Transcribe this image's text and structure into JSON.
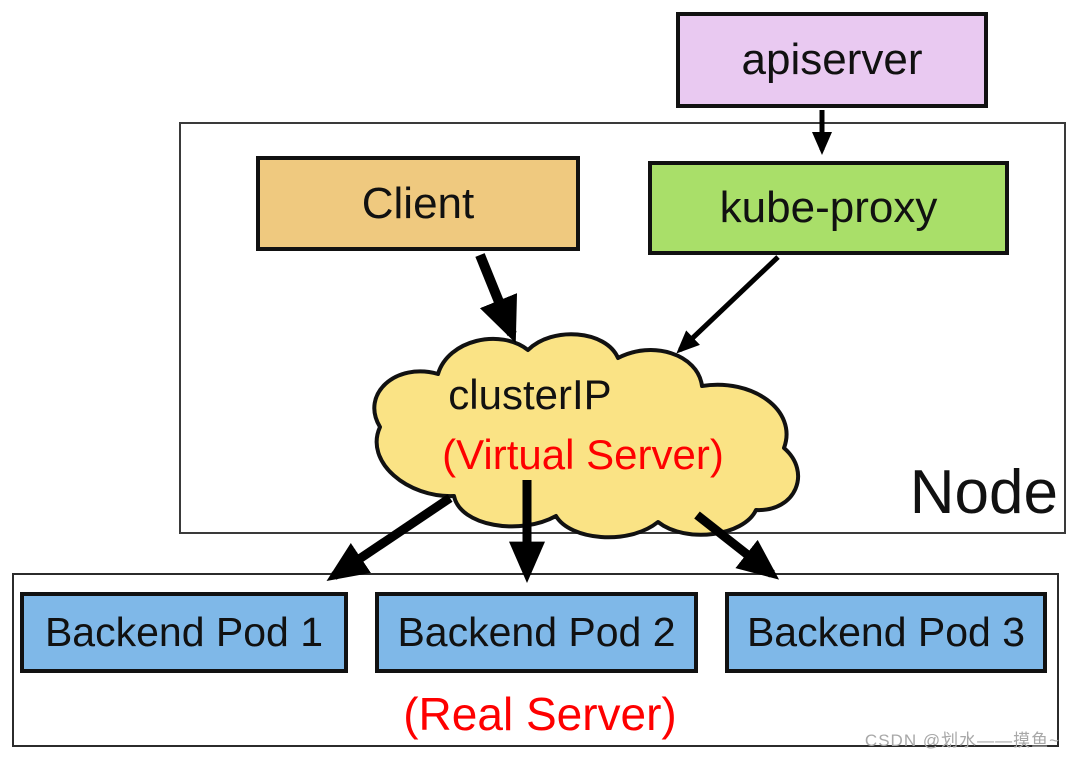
{
  "diagram": {
    "boxes": {
      "apiserver": {
        "label": "apiserver",
        "fill": "#E9C9F1"
      },
      "client": {
        "label": "Client",
        "fill": "#EFC97F"
      },
      "kube_proxy": {
        "label": "kube-proxy",
        "fill": "#A9DF69"
      },
      "cluster_ip_cloud": {
        "title": "clusterIP",
        "subtitle": "(Virtual Server)",
        "fill": "#FAE385",
        "subtitle_color": "#FE0000"
      },
      "pod1": {
        "label": "Backend Pod 1",
        "fill": "#7FB8E8"
      },
      "pod2": {
        "label": "Backend Pod 2",
        "fill": "#7FB8E8"
      },
      "pod3": {
        "label": "Backend Pod 3",
        "fill": "#7FB8E8"
      }
    },
    "containers": {
      "node": {
        "label": "Node"
      },
      "real_server": {
        "label": "(Real Server)",
        "label_color": "#FE0000"
      }
    },
    "edges": [
      {
        "from": "apiserver",
        "to": "kube-proxy"
      },
      {
        "from": "Client",
        "to": "clusterIP"
      },
      {
        "from": "kube-proxy",
        "to": "clusterIP"
      },
      {
        "from": "clusterIP",
        "to": "Backend Pod 1"
      },
      {
        "from": "clusterIP",
        "to": "Backend Pod 2"
      },
      {
        "from": "clusterIP",
        "to": "Backend Pod 3"
      }
    ],
    "colors": {
      "outline": "#111111",
      "boundary_stroke": "#3a3a3a",
      "arrow": "#000000",
      "accent_red": "#FE0000",
      "watermark_gray": "#a8a8a8"
    },
    "watermark": {
      "text": "CSDN @划水——摸鱼~"
    }
  }
}
